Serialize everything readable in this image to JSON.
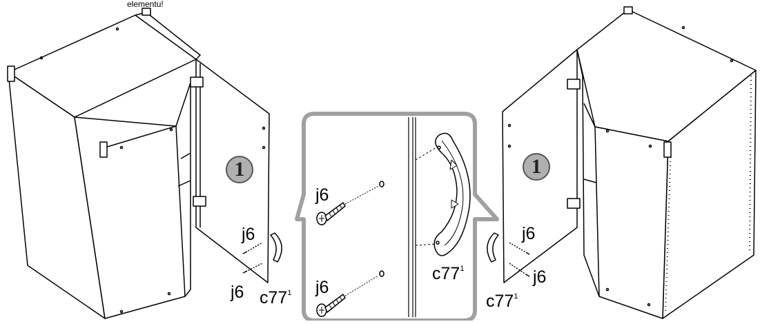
{
  "diagram": {
    "top_note": "elementu!",
    "step_number": "1",
    "part_screw": "j6",
    "part_handle": "c77",
    "part_handle_sup": "1",
    "colors": {
      "line": "#000000",
      "panel_frame": "#a0a0a0",
      "step_badge": "#b0b0b0"
    }
  }
}
